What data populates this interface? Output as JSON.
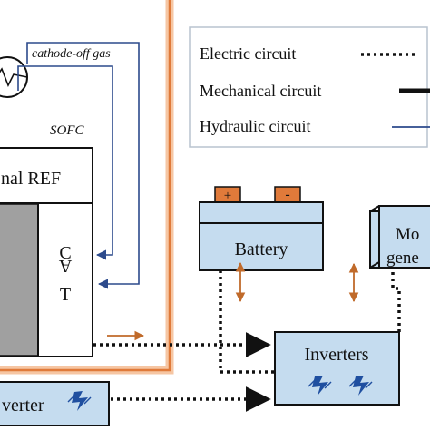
{
  "diagram": {
    "labels": {
      "cathode_off_gas": "cathode-off gas",
      "sofc": "SOFC",
      "internal_ref": "nal REF",
      "cat_c": "C",
      "cat_a": "A",
      "cat_t": "T",
      "battery": "Battery",
      "battery_plus": "+",
      "battery_minus": "-",
      "inverters": "Inverters",
      "inverter_left": "verter",
      "motor_gen_line1": "Mo",
      "motor_gen_line2": "gene"
    },
    "legend": [
      {
        "label": "Electric circuit",
        "style": "dotted"
      },
      {
        "label": "Mechanical circuit",
        "style": "thick"
      },
      {
        "label": "Hydraulic circuit",
        "style": "blue"
      }
    ],
    "colors": {
      "box_fill": "#c5dcef",
      "sofc_frame": "#e07a3a",
      "sofc_glow": "#f6c6a3",
      "hydraulic": "#2c4a8c",
      "mechanical_arrow": "#c06a2a",
      "stack_gray": "#a0a0a0",
      "battery_terminal": "#e07a3a",
      "bolt": "#1f4fa0"
    },
    "icons": [
      "heat-exchanger-icon",
      "lightning-icon"
    ]
  }
}
